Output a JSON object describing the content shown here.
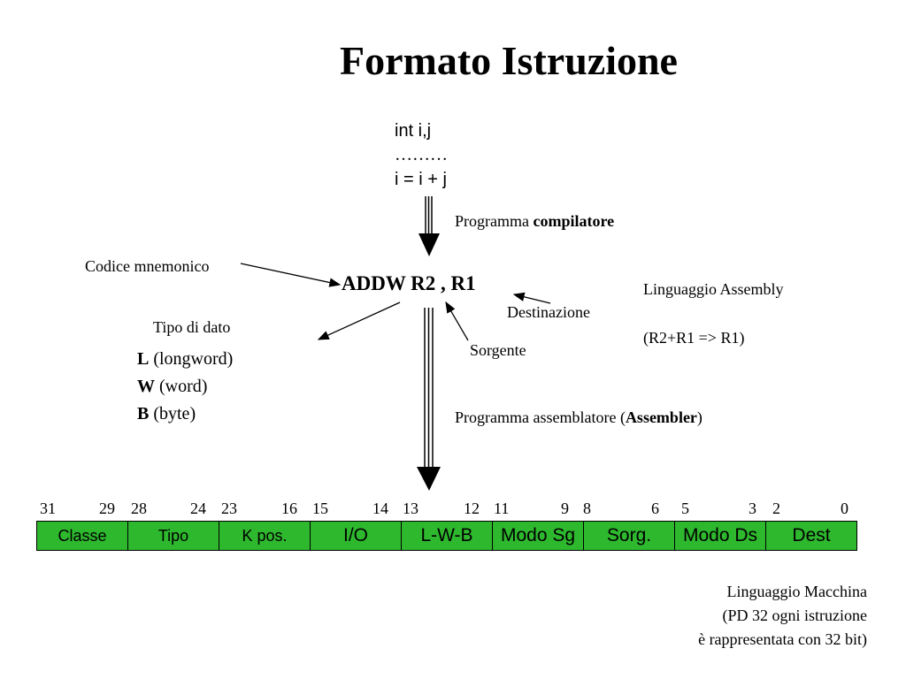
{
  "title": "Formato Istruzione",
  "source_code": [
    "int i,j",
    "………",
    "i = i + j"
  ],
  "labels": {
    "compiler_prefix": "Programma ",
    "compiler_bold": "compilatore",
    "assembly_instruction": "ADDW R2 , R1",
    "mnemonic": "Codice mnemonico",
    "data_type": "Tipo di dato",
    "destination": "Destinazione",
    "source": "Sorgente",
    "assembly_lang": "Linguaggio Assembly",
    "assembly_meaning": "(R2+R1 => R1)",
    "assembler_prefix": "Programma assemblatore (",
    "assembler_bold": "Assembler",
    "assembler_suffix": ")"
  },
  "data_types": [
    {
      "letter": "L",
      "desc": " (longword)"
    },
    {
      "letter": "W",
      "desc": "(word)"
    },
    {
      "letter": "B",
      "desc": " (byte)"
    }
  ],
  "bit_labels": [
    "31",
    "29",
    "28",
    "24",
    "23",
    "16",
    "15",
    "14",
    "13",
    "12",
    "11",
    "9",
    "8",
    "6",
    "5",
    "3",
    "2",
    "0"
  ],
  "fields": [
    {
      "label": "Classe",
      "size": "small"
    },
    {
      "label": "Tipo",
      "size": "small"
    },
    {
      "label": "K pos.",
      "size": "small"
    },
    {
      "label": "I/O",
      "size": "big"
    },
    {
      "label": "L-W-B",
      "size": "big"
    },
    {
      "label": "Modo Sg",
      "size": "big"
    },
    {
      "label": "Sorg.",
      "size": "big"
    },
    {
      "label": "Modo Ds",
      "size": "big"
    },
    {
      "label": "Dest",
      "size": "big"
    }
  ],
  "machine_language": [
    "Linguaggio Macchina",
    "(PD 32 ogni istruzione",
    "è rappresentata con 32 bit)"
  ],
  "colors": {
    "field_fill": "#2eb82e",
    "border": "#000000"
  }
}
